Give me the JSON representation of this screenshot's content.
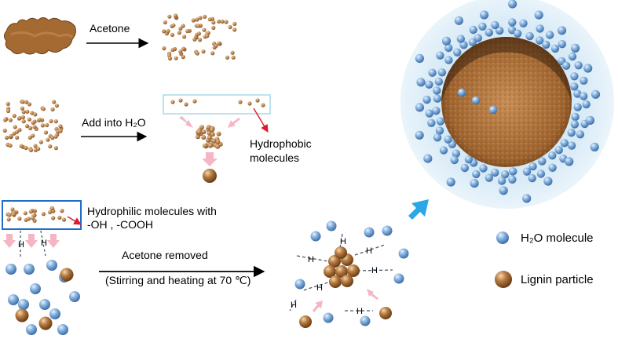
{
  "steps": {
    "acetone": "Acetone",
    "add_water": "Add into H₂O",
    "hydrophobic_line1": "Hydrophobic",
    "hydrophobic_line2": "molecules",
    "hydrophilic_line1": "Hydrophilic molecules with",
    "hydrophilic_line2": "-OH , -COOH",
    "acetone_removed": "Acetone removed",
    "stirring": "(Stirring and heating at 70 ℃)"
  },
  "legend": {
    "water": "H₂O molecule",
    "lignin": "Lignin particle"
  },
  "hbond": "H",
  "colors": {
    "lignin": "#a0652f",
    "water": "#6f9fd4",
    "arrow_pink": "#f4b6c3",
    "arrow_red": "#e0182c",
    "box_light": "#bfe3ee",
    "box_blue": "#1f6dc7",
    "big_arrow": "#2aa7e8"
  }
}
